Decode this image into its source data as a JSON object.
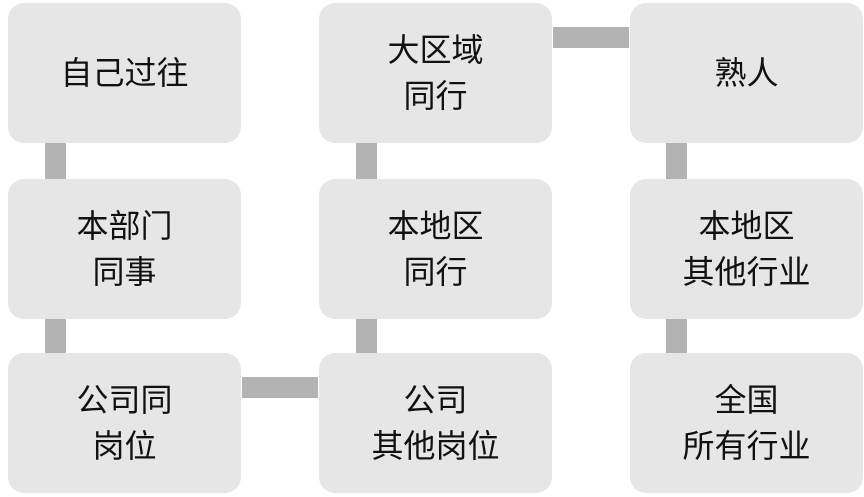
{
  "diagram": {
    "nodes": {
      "self_past": {
        "lines": [
          "自己过往"
        ]
      },
      "dept_colleague": {
        "lines": [
          "本部门",
          "同事"
        ]
      },
      "company_same_post": {
        "lines": [
          "公司同",
          "岗位"
        ]
      },
      "company_other_post": {
        "lines": [
          "公司",
          "其他岗位"
        ]
      },
      "local_peer": {
        "lines": [
          "本地区",
          "同行"
        ]
      },
      "region_peer": {
        "lines": [
          "大区域",
          "同行"
        ]
      },
      "acquaintance": {
        "lines": [
          "熟人"
        ]
      },
      "local_other_industry": {
        "lines": [
          "本地区",
          "其他行业"
        ]
      },
      "national_all_industry": {
        "lines": [
          "全国",
          "所有行业"
        ]
      }
    },
    "colors": {
      "node_fill": "#e6e6e6",
      "connector": "#b3b3b3",
      "text": "#111111"
    }
  }
}
